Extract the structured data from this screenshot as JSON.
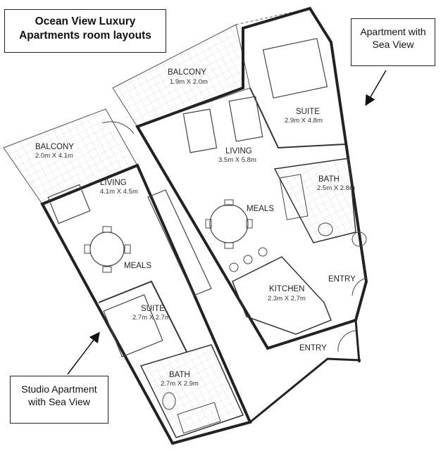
{
  "title": {
    "line1": "Ocean View Luxury",
    "line2": "Apartments room layouts"
  },
  "apartment_callout": {
    "line1": "Apartment with",
    "line2": "Sea View"
  },
  "studio_callout": {
    "line1": "Studio Apartment",
    "line2": "with Sea View"
  },
  "apartment_rooms": {
    "balcony": {
      "label": "BALCONY",
      "dims": "1.9m X 2.0m"
    },
    "suite": {
      "label": "SUITE",
      "dims": "2.9m X 4.8m"
    },
    "living": {
      "label": "LIVING",
      "dims": "3.5m X 5.8m"
    },
    "bath": {
      "label": "BATH",
      "dims": "2.5m X 2.8m"
    },
    "meals": {
      "label": "MEALS"
    },
    "kitchen": {
      "label": "KITCHEN",
      "dims": "2.3m X 2.7m"
    },
    "entry": {
      "label": "ENTRY"
    }
  },
  "studio_rooms": {
    "balcony": {
      "label": "BALCONY",
      "dims": "2.0m X 4.1m"
    },
    "living": {
      "label": "LIVING",
      "dims": "4.1m X 4.5m"
    },
    "meals": {
      "label": "MEALS"
    },
    "suite": {
      "label": "SUITE",
      "dims": "2.7m X 2.7m"
    },
    "bath": {
      "label": "BATH",
      "dims": "2.7m X 2.9m"
    },
    "entry": {
      "label": "ENTRY"
    }
  }
}
